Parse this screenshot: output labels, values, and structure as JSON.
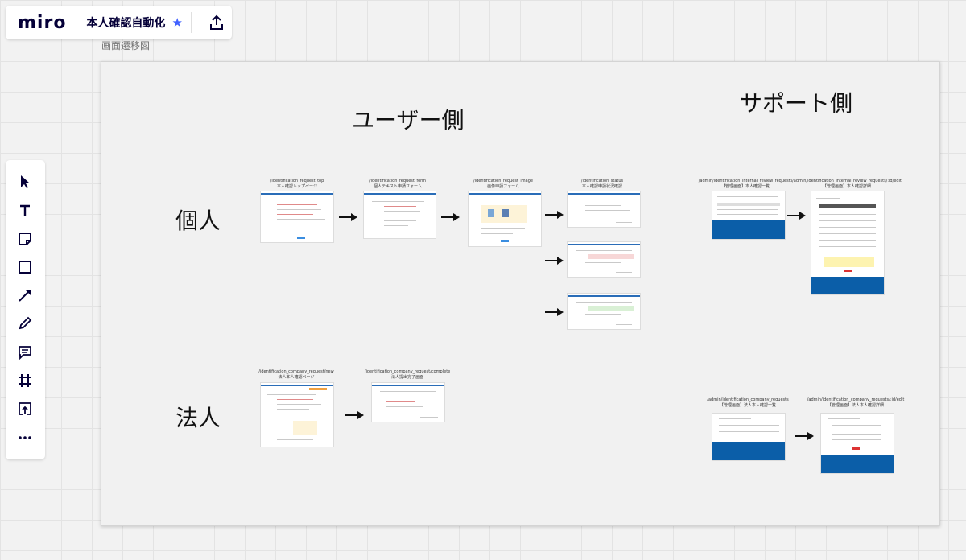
{
  "app": {
    "logo": "miro",
    "board_title": "本人確認自動化"
  },
  "frame": {
    "label": "画面遷移図"
  },
  "headings": {
    "user_side": "ユーザー側",
    "support_side": "サポート側"
  },
  "rows": {
    "individual": "個人",
    "corporate": "法人"
  },
  "screens": {
    "ind_top": {
      "path": "/identification_request_top",
      "title": "本人確認トップページ"
    },
    "ind_form": {
      "path": "/identification_request_form",
      "title": "個人テキスト申請フォーム"
    },
    "ind_image": {
      "path": "/identification_request_image",
      "title": "画像申請フォーム"
    },
    "ind_status": {
      "path": "/identification_status",
      "title": "本人確認申請状況確認"
    },
    "corp_new": {
      "path": "/identification_company_request/new",
      "title": "法人本人確認ページ"
    },
    "corp_complete": {
      "path": "/identification_company_request/complete",
      "title": "法人提出完了画面"
    },
    "admin_ind_list": {
      "path": "/admin/identification_internal_review_requests",
      "title": "【管理画面】本人確認一覧"
    },
    "admin_ind_detail": {
      "path": "/admin/identification_internal_review_requests/:id/edit",
      "title": "【管理画面】本人確認詳細"
    },
    "admin_corp_list": {
      "path": "/admin/identification_company_requests",
      "title": "【管理画面】法人本人確認一覧"
    },
    "admin_corp_detail": {
      "path": "/admin/identification_company_requests/:id/edit",
      "title": "【管理画面】法人本人確認詳細"
    }
  },
  "colors": {
    "accent": "#4262ff",
    "brand_blue": "#0b5ea8",
    "ink": "#050038"
  },
  "toolbar": [
    "select-icon",
    "text-icon",
    "sticky-note-icon",
    "shape-icon",
    "arrow-icon",
    "pen-icon",
    "comment-icon",
    "frame-icon",
    "upload-icon",
    "more-icon"
  ]
}
